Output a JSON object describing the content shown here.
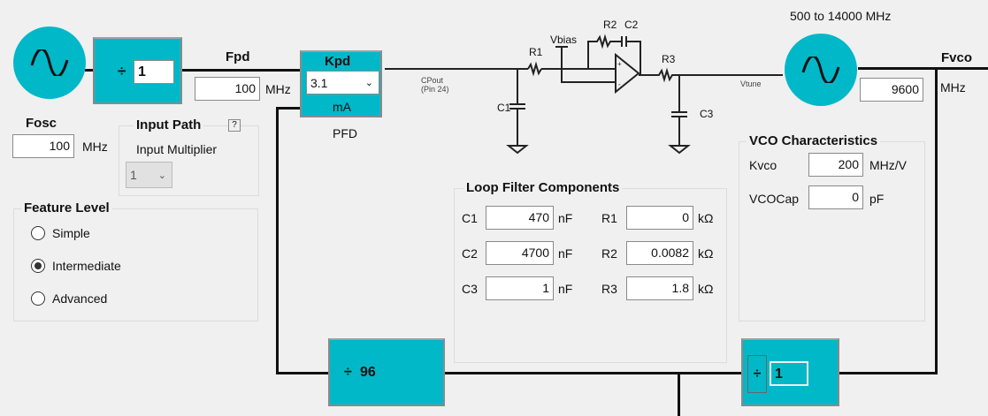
{
  "colors": {
    "block": "#00b8c8",
    "background": "#f0f0f0"
  },
  "reference": {
    "divider_symbol": "÷",
    "divider_value": "1",
    "osc_icon": "sine-wave-icon"
  },
  "fpd": {
    "label": "Fpd",
    "value": "100",
    "unit": "MHz"
  },
  "fosc": {
    "label": "Fosc",
    "value": "100",
    "unit": "MHz"
  },
  "pfd": {
    "title": "Kpd",
    "value": "3.1",
    "unit": "mA",
    "caption": "PFD",
    "output_label": "CPout",
    "output_pin": "(Pin 24)"
  },
  "input_path": {
    "title": "Input Path",
    "help": "?",
    "multiplier_label": "Input Multiplier",
    "multiplier_value": "1"
  },
  "feature_level": {
    "title": "Feature Level",
    "options": [
      {
        "label": "Simple",
        "selected": false
      },
      {
        "label": "Intermediate",
        "selected": true
      },
      {
        "label": "Advanced",
        "selected": false
      }
    ]
  },
  "schematic": {
    "r1": "R1",
    "r2": "R2",
    "c2": "C2",
    "r3": "R3",
    "c1": "C1",
    "c3": "C3",
    "vbias": "Vbias",
    "vtune": "Vtune"
  },
  "loop_filter": {
    "title": "Loop Filter Components",
    "rows": [
      {
        "c_label": "C1",
        "c_value": "470",
        "c_unit": "nF",
        "r_label": "R1",
        "r_value": "0",
        "r_unit": "kΩ"
      },
      {
        "c_label": "C2",
        "c_value": "4700",
        "c_unit": "nF",
        "r_label": "R2",
        "r_value": "0.0082",
        "r_unit": "kΩ"
      },
      {
        "c_label": "C3",
        "c_value": "1",
        "c_unit": "nF",
        "r_label": "R3",
        "r_value": "1.8",
        "r_unit": "kΩ"
      }
    ]
  },
  "vco": {
    "range": "500 to 14000 MHz",
    "fvco_label": "Fvco",
    "fvco_value": "9600",
    "fvco_unit": "MHz",
    "characteristics": {
      "title": "VCO Characteristics",
      "kvco_label": "Kvco",
      "kvco_value": "200",
      "kvco_unit": "MHz/V",
      "vcocap_label": "VCOCap",
      "vcocap_value": "0",
      "vcocap_unit": "pF"
    }
  },
  "n_divider": {
    "symbol": "÷",
    "value": "96"
  },
  "output_divider": {
    "symbol": "÷",
    "value": "1"
  }
}
